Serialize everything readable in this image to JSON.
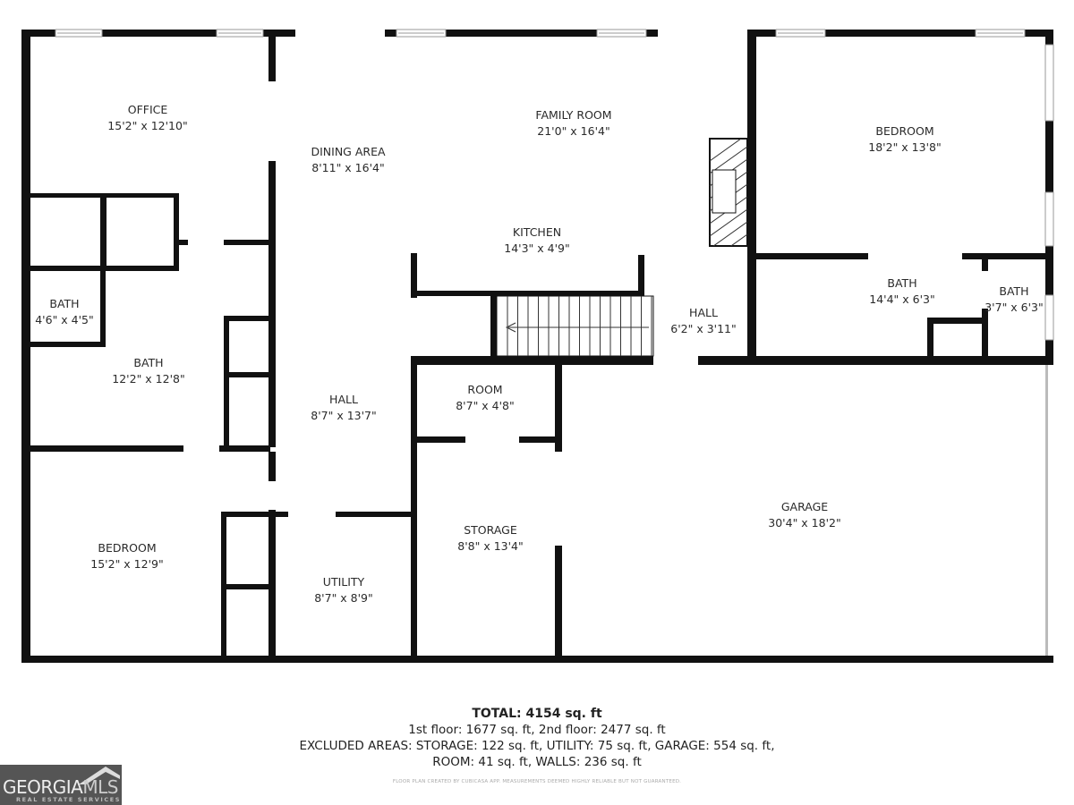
{
  "rooms": [
    {
      "name": "OFFICE",
      "size": "15'2\" x 12'10\""
    },
    {
      "name": "DINING AREA",
      "size": "8'11\" x 16'4\""
    },
    {
      "name": "FAMILY ROOM",
      "size": "21'0\" x 16'4\""
    },
    {
      "name": "BEDROOM",
      "size": "18'2\" x 13'8\""
    },
    {
      "name": "KITCHEN",
      "size": "14'3\" x 4'9\""
    },
    {
      "name": "BATH",
      "size": "4'6\" x 4'5\""
    },
    {
      "name": "BATH",
      "size": "12'2\" x 12'8\""
    },
    {
      "name": "HALL",
      "size": "6'2\" x 3'11\""
    },
    {
      "name": "BATH",
      "size": "14'4\" x 6'3\""
    },
    {
      "name": "BATH",
      "size": "3'7\" x 6'3\""
    },
    {
      "name": "ROOM",
      "size": "8'7\" x 4'8\""
    },
    {
      "name": "HALL",
      "size": "8'7\" x 13'7\""
    },
    {
      "name": "GARAGE",
      "size": "30'4\" x 18'2\""
    },
    {
      "name": "STORAGE",
      "size": "8'8\" x 13'4\""
    },
    {
      "name": "BEDROOM",
      "size": "15'2\" x 12'9\""
    },
    {
      "name": "UTILITY",
      "size": "8'7\" x 8'9\""
    }
  ],
  "summary": {
    "total": "TOTAL: 4154 sq. ft",
    "floors": "1st floor: 1677 sq. ft, 2nd floor: 2477 sq. ft",
    "excluded_1": "EXCLUDED AREAS: STORAGE: 122 sq. ft, UTILITY: 75 sq. ft, GARAGE: 554 sq. ft,",
    "excluded_2": "ROOM: 41 sq. ft, WALLS: 236 sq. ft"
  },
  "disclaimer": "FLOOR PLAN CREATED BY CUBICASA APP. MEASUREMENTS DEEMED HIGHLY RELIABLE BUT NOT GUARANTEED.",
  "logo": {
    "text_a": "GEORGIA",
    "text_b": "MLS",
    "tagline": "REAL ESTATE SERVICES"
  },
  "colors": {
    "wall": "#111111",
    "window": "#dddddd",
    "logo_bg": "#555555"
  }
}
